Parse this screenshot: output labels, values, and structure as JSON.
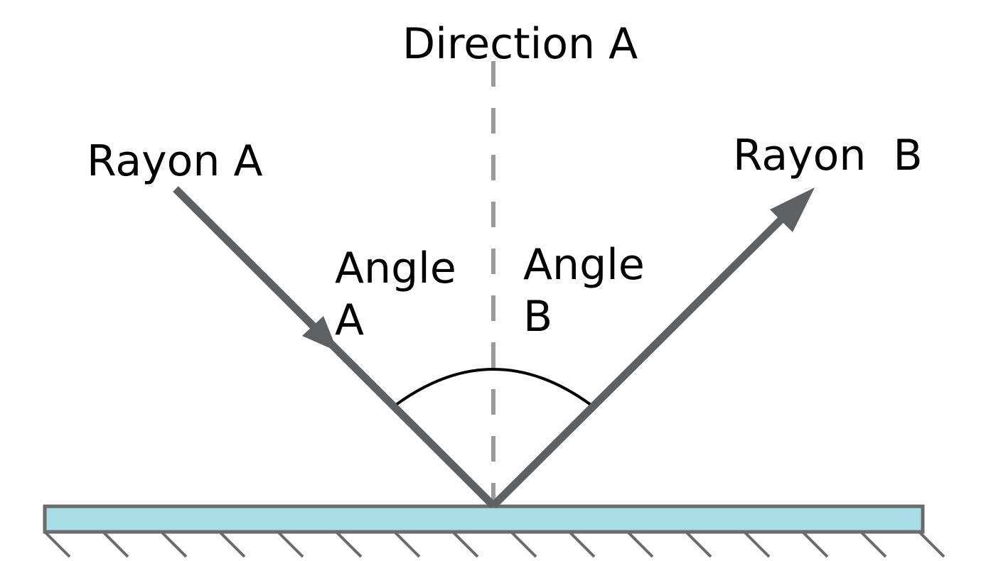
{
  "diagram": {
    "labels": {
      "normal": "Direction A",
      "incident_ray": "Rayon A",
      "reflected_ray": "Rayon  B",
      "angle_a_line1": "Angle",
      "angle_a_line2": "A",
      "angle_b_line1": "Angle",
      "angle_b_line2": "B"
    },
    "colors": {
      "ray": "#5f6062",
      "normal": "#9a9a9a",
      "mirror_fill": "#a8dde8",
      "mirror_stroke": "#6b6b6b",
      "arc": "#000000"
    }
  }
}
